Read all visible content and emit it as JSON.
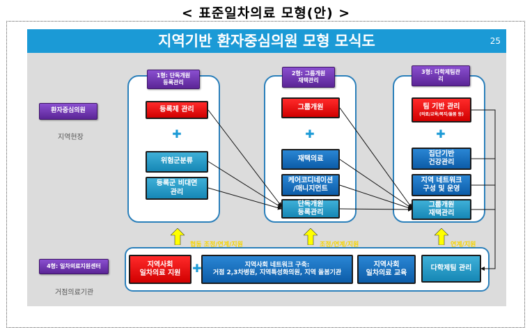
{
  "page_title": "<  표준일차의료 모형(안)  >",
  "slide": {
    "title": "지역기반 환자중심의원 모형 모식도",
    "number": "25"
  },
  "left": {
    "patient_clinic": "환자중심의원",
    "local_site": "지역현장",
    "center": "4형: 일차의료지원센터",
    "base_institution": "거점의료기관"
  },
  "type1": {
    "header_line1": "1형: 단독개원",
    "header_line2": "등록관리",
    "registration": "등록제 관리",
    "risk_group": "위험군분류",
    "nonface_line1": "등록군 비대면",
    "nonface_line2": "관리"
  },
  "type2": {
    "header_line1": "2형: 그룹개원",
    "header_line2": "재택관리",
    "group_practice": "그룹개원",
    "home_care": "재택의료",
    "care_coord_line1": "케어코디네이션",
    "care_coord_line2": "/매니지먼트",
    "solo_line1": "단독개원",
    "solo_line2": "등록관리"
  },
  "type3": {
    "header_line1": "3형: 다학제팀관",
    "header_line2": "리",
    "team_title": "팀 기반 관리",
    "team_sub": "(의료/교육/복지/돌봄 등)",
    "group_health_line1": "집단기반",
    "group_health_line2": "건강관리",
    "network_line1": "지역 네트워크",
    "network_line2": "구성 및 운영",
    "group_line1": "그룹개원",
    "group_line2": "재택관리"
  },
  "bottom": {
    "community_line1": "지역사회",
    "community_line2": "일차의료 지원",
    "network_line1": "지역사회 네트워크 구축:",
    "network_line2": "거점 2,3차병원, 지역특성화의원, 지역 돌봄기관",
    "edu_line1": "지역사회",
    "edu_line2": "일차의료 교육",
    "team_mgmt": "다학제팀 관리"
  },
  "notes": {
    "n1": "협동 조정/연계/지원",
    "n2": "조정/연계/지원",
    "n3": "연계/지원"
  },
  "colors": {
    "header_bar": "#1b9ad6",
    "purple": "#6a33b0",
    "red": "#e00000",
    "blue": "#0f64b0",
    "teal": "#2298c6",
    "arrow_yellow": "#ffff00",
    "note_text": "#f5d400"
  },
  "icons": [
    "plus-icon",
    "up-arrow-icon",
    "connector-arrow-icon"
  ]
}
